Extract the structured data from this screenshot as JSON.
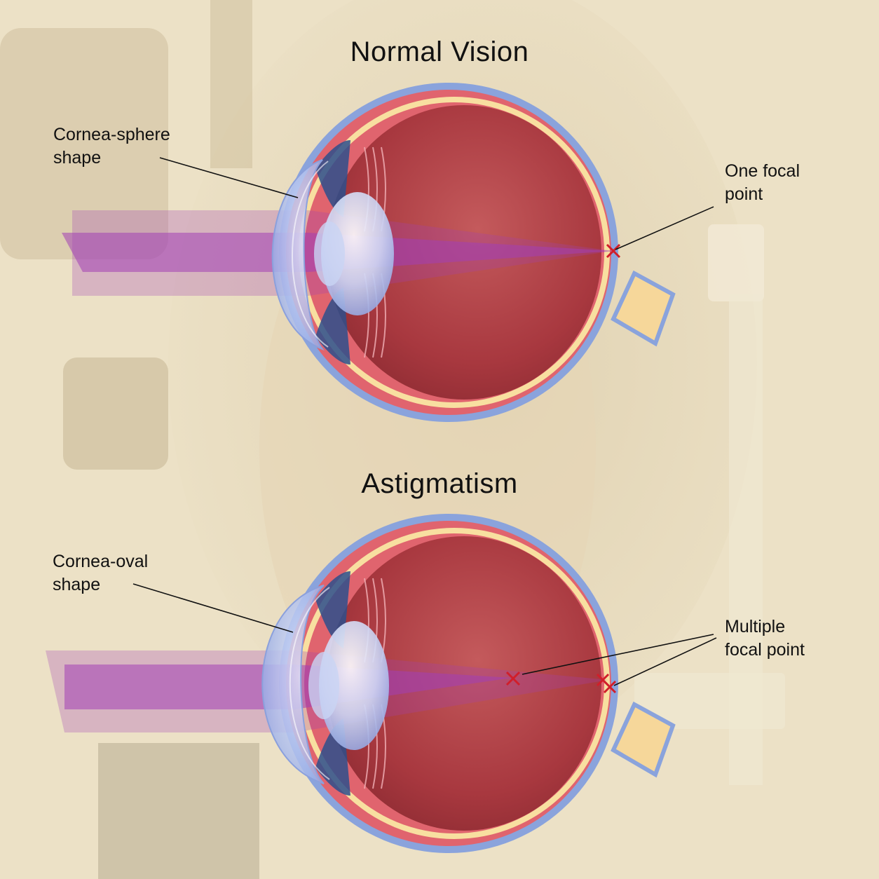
{
  "panels": [
    {
      "title": "Normal Vision",
      "cornea_label": [
        "Cornea-sphere",
        "shape"
      ],
      "focal_label": [
        "One focal",
        "point"
      ]
    },
    {
      "title": "Astigmatism",
      "cornea_label": [
        "Cornea-oval",
        "shape"
      ],
      "focal_label": [
        "Multiple",
        "focal point"
      ]
    }
  ],
  "colors": {
    "background": "#ece1c6",
    "sclera_outer": "#8aa3dc",
    "choroid": "#e0646e",
    "retina": "#f8dfa0",
    "vitreous": "#a8383f",
    "light_beam": "#a23fb5",
    "cornea": "#b9c7f0",
    "focal_mark": "#d11e2a",
    "optic_nerve": "#f6d79a"
  }
}
